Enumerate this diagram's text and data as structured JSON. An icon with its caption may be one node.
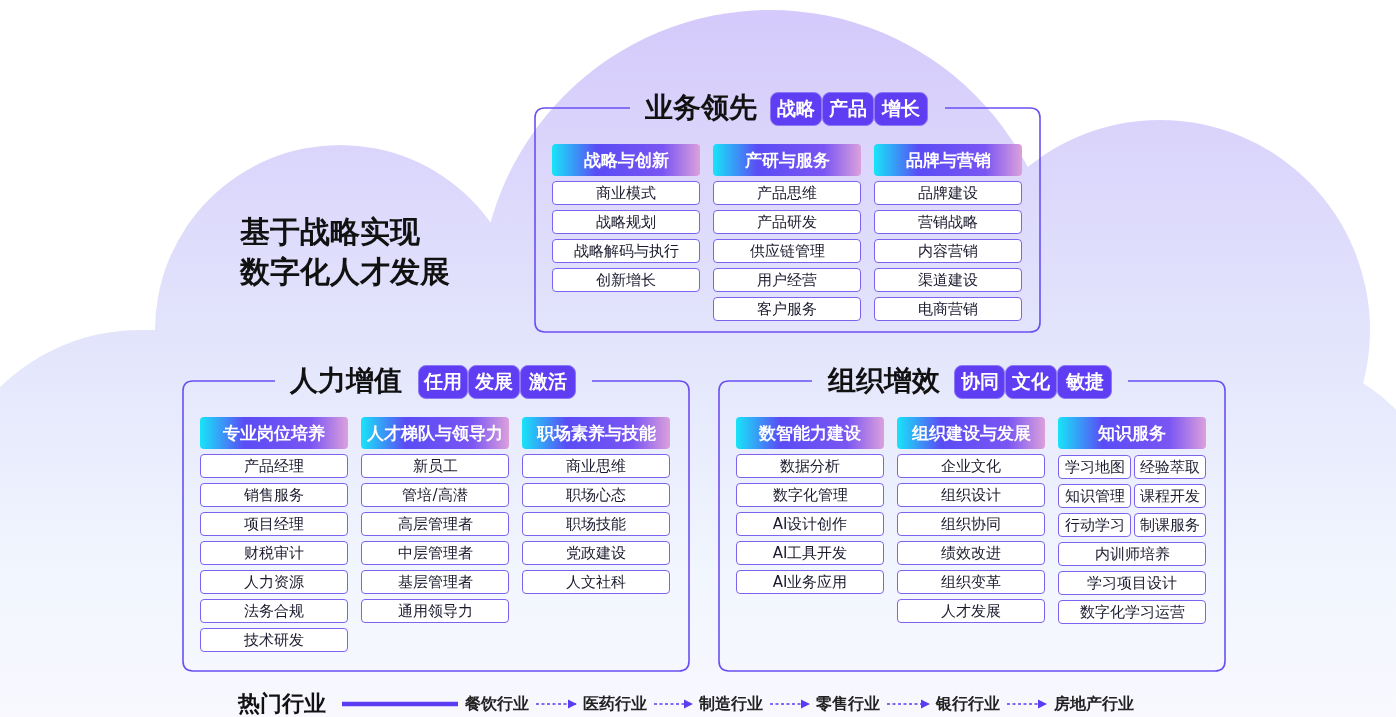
{
  "diagram": {
    "title": "基于战略实现数字化人才发展",
    "nodes": [
      {
        "text": [
          "业务领先"
        ]
      },
      {
        "text": [
          "战略"
        ],
        "in": 0
      },
      {
        "text": [
          "产品"
        ],
        "in": 0
      },
      {
        "text": [
          "增长"
        ],
        "in": 0
      },
      {
        "text": [
          "战略与创新"
        ],
        "in": 0
      },
      {
        "text": [
          "商业模式"
        ],
        "in": 0
      },
      {
        "text": [
          "战略规划"
        ],
        "in": 0
      },
      {
        "text": [
          "战略解码与执行"
        ],
        "in": 0
      },
      {
        "text": [
          "创新增长"
        ],
        "in": 0
      },
      {
        "text": [
          "产研与服务"
        ],
        "in": 0
      },
      {
        "text": [
          "产品思维"
        ],
        "in": 0
      },
      {
        "text": [
          "产品研发"
        ],
        "in": 0
      },
      {
        "text": [
          "供应链管理"
        ],
        "in": 0
      },
      {
        "text": [
          "用户经营"
        ],
        "in": 0
      },
      {
        "text": [
          "客户服务"
        ],
        "in": 0
      },
      {
        "text": [
          "品牌与营销"
        ],
        "in": 0
      },
      {
        "text": [
          "品牌建设"
        ],
        "in": 0
      },
      {
        "text": [
          "营销战略"
        ],
        "in": 0
      },
      {
        "text": [
          "内容营销"
        ],
        "in": 0
      },
      {
        "text": [
          "渠道建设"
        ],
        "in": 0
      },
      {
        "text": [
          "电商营销"
        ],
        "in": 0
      },
      {
        "text": [
          "人力增值"
        ]
      },
      {
        "text": [
          "任用"
        ],
        "in": 21
      },
      {
        "text": [
          "发展"
        ],
        "in": 21
      },
      {
        "text": [
          "激活"
        ],
        "in": 21
      },
      {
        "text": [
          "专业岗位培养"
        ],
        "in": 21
      },
      {
        "text": [
          "产品经理"
        ],
        "in": 21
      },
      {
        "text": [
          "销售服务"
        ],
        "in": 21
      },
      {
        "text": [
          "项目经理"
        ],
        "in": 21
      },
      {
        "text": [
          "财税审计"
        ],
        "in": 21
      },
      {
        "text": [
          "人力资源"
        ],
        "in": 21
      },
      {
        "text": [
          "法务合规"
        ],
        "in": 21
      },
      {
        "text": [
          "技术研发"
        ],
        "in": 21
      },
      {
        "text": [
          "人才梯队与领导力"
        ],
        "in": 21
      },
      {
        "text": [
          "新员工"
        ],
        "in": 21
      },
      {
        "text": [
          "管培/高潜"
        ],
        "in": 21
      },
      {
        "text": [
          "高层管理者"
        ],
        "in": 21
      },
      {
        "text": [
          "中层管理者"
        ],
        "in": 21
      },
      {
        "text": [
          "基层管理者"
        ],
        "in": 21
      },
      {
        "text": [
          "通用领导力"
        ],
        "in": 21
      },
      {
        "text": [
          "职场素养与技能"
        ],
        "in": 21
      },
      {
        "text": [
          "商业思维"
        ],
        "in": 21
      },
      {
        "text": [
          "职场心态"
        ],
        "in": 21
      },
      {
        "text": [
          "职场技能"
        ],
        "in": 21
      },
      {
        "text": [
          "党政建设"
        ],
        "in": 21
      },
      {
        "text": [
          "人文社科"
        ],
        "in": 21
      },
      {
        "text": [
          "组织增效"
        ]
      },
      {
        "text": [
          "协同"
        ],
        "in": 46
      },
      {
        "text": [
          "文化"
        ],
        "in": 46
      },
      {
        "text": [
          "敏捷"
        ],
        "in": 46
      },
      {
        "text": [
          "数智能力建设"
        ],
        "in": 46
      },
      {
        "text": [
          "数据分析"
        ],
        "in": 46
      },
      {
        "text": [
          "数字化管理"
        ],
        "in": 46
      },
      {
        "text": [
          "AI设计创作"
        ],
        "in": 46
      },
      {
        "text": [
          "AI工具开发"
        ],
        "in": 46
      },
      {
        "text": [
          "AI业务应用"
        ],
        "in": 46
      },
      {
        "text": [
          "组织建设与发展"
        ],
        "in": 46
      },
      {
        "text": [
          "企业文化"
        ],
        "in": 46
      },
      {
        "text": [
          "组织设计"
        ],
        "in": 46
      },
      {
        "text": [
          "组织协同"
        ],
        "in": 46
      },
      {
        "text": [
          "绩效改进"
        ],
        "in": 46
      },
      {
        "text": [
          "组织变革"
        ],
        "in": 46
      },
      {
        "text": [
          "人才发展"
        ],
        "in": 46
      },
      {
        "text": [
          "知识服务"
        ],
        "in": 46
      },
      {
        "text": [
          "学习地图"
        ],
        "in": 46
      },
      {
        "text": [
          "经验萃取"
        ],
        "in": 46
      },
      {
        "text": [
          "知识管理"
        ],
        "in": 46
      },
      {
        "text": [
          "课程开发"
        ],
        "in": 46
      },
      {
        "text": [
          "行动学习"
        ],
        "in": 46
      },
      {
        "text": [
          "制课服务"
        ],
        "in": 46
      },
      {
        "text": [
          "内训师培养"
        ],
        "in": 46
      },
      {
        "text": [
          "学习项目设计"
        ],
        "in": 46
      },
      {
        "text": [
          "数字化学习运营"
        ],
        "in": 46
      },
      {
        "text": [
          "热门行业"
        ]
      },
      {
        "text": [
          "餐饮行业"
        ]
      },
      {
        "text": [
          "医药行业"
        ]
      },
      {
        "text": [
          "制造行业"
        ]
      },
      {
        "text": [
          "零售行业"
        ]
      },
      {
        "text": [
          "银行行业"
        ]
      },
      {
        "text": [
          "房地产行业"
        ]
      }
    ],
    "edges": [
      {
        "from": 73,
        "to": 74,
        "arrow": "none",
        "style": "thick"
      },
      {
        "from": 74,
        "to": 75,
        "arrow": "to",
        "style": "dashed"
      },
      {
        "from": 75,
        "to": 76,
        "arrow": "to",
        "style": "dashed"
      },
      {
        "from": 76,
        "to": 77,
        "arrow": "to",
        "style": "dashed"
      },
      {
        "from": 77,
        "to": 78,
        "arrow": "to",
        "style": "dashed"
      },
      {
        "from": 78,
        "to": 79,
        "arrow": "to",
        "style": "dashed"
      }
    ]
  }
}
